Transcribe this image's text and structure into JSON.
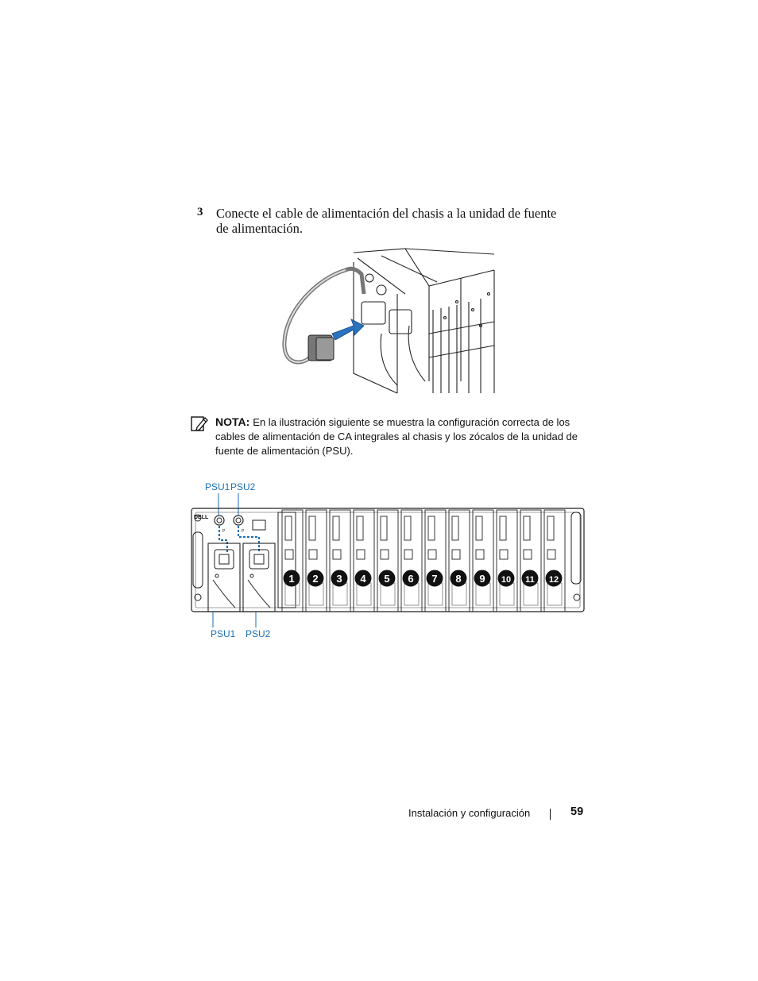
{
  "step": {
    "number": "3",
    "text": "Conecte el cable de alimentación del chasis a la unidad de fuente de alimentación."
  },
  "note": {
    "label": "NOTA:",
    "text": "En la ilustración siguiente se muestra la configuración correcta de los cables de alimentación de CA integrales al chasis y los zócalos de la unidad de fuente de alimentación (PSU)."
  },
  "diagram": {
    "top_labels": [
      "PSU1",
      "PSU2"
    ],
    "bottom_labels": [
      "PSU1",
      "PSU2"
    ],
    "bay_numbers": [
      "1",
      "2",
      "3",
      "4",
      "5",
      "6",
      "7",
      "8",
      "9",
      "10",
      "11",
      "12"
    ],
    "logo_text": "DELL",
    "accent_color": "#1a6fb5"
  },
  "footer": {
    "section": "Instalación y configuración",
    "page": "59"
  }
}
